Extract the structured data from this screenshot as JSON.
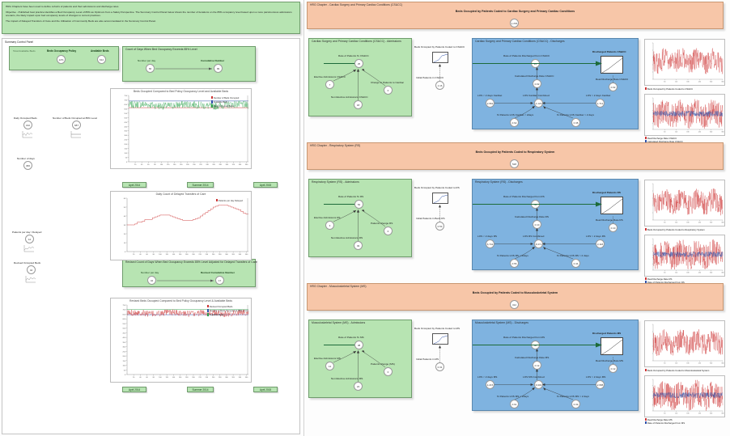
{
  "header": {
    "lines": [
      "HRG Chapters have been used to define cohorts of patients and their admissions and discharge rates.",
      "Objective - Published best practice identifies a Bed Occupancy Level of 85% as Optimum from a Safety Perspective. The Summary Control Panel below shows the number of iterations on the 85% occupancy level based upon a more parsimonious admissions scenario, the likely impact upon bed occupancy levels of changes to current practices.",
      "The impact of Delayed Transfers of Care and the Utilisation of Community Beds are also accommodated in the Summary Control Panel."
    ]
  },
  "summary_panel": {
    "title": "Summary Control Panel",
    "policy_box": {
      "left_label": "Total Available Beds",
      "center_label": "Beds Occupancy Policy",
      "right_label": "Available Beds",
      "center_value": "12%",
      "right_value": "612"
    },
    "days_box": {
      "title": "Count of Days When Bed Occupancy Exceeds 85% Level",
      "left_label": "Number per day",
      "left_value": "66",
      "right_label": "Cumulative Number",
      "right_value": "99"
    },
    "nodes": [
      {
        "label": "Daily Occupied Beds",
        "value": "162"
      },
      {
        "label": "Number of Beds Occupied at 85% Level",
        "value": "687"
      },
      {
        "label": "Number of days",
        "value": "366"
      },
      {
        "label": "Patients per day / Delayed",
        "value": "12"
      },
      {
        "label": "Revised Occupied Beds",
        "value": "44"
      }
    ],
    "revised_box": {
      "title": "Revised Count of Days When Bed Occupancy Exceeds 85% Level Adjusted for Delayed Transfers of Care",
      "left_label": "Number per day",
      "left_value": "42",
      "right_label": "Revised Cumulative Number",
      "right_value": "17"
    },
    "buttons_row1": [
      "April 2014",
      "Summer 2014",
      "April 2015"
    ],
    "buttons_row2": [
      "April 2014",
      "Summer 2014",
      "April 2015"
    ]
  },
  "charts": [
    {
      "id": "chart-beds-occupied",
      "title": "Beds Occupied Compared to Bed Policy Occupancy Level and Available Beds",
      "type": "line",
      "xlabel": "",
      "ylabel": "",
      "ylim": [
        0,
        750
      ],
      "yticks": [
        0,
        50,
        100,
        150,
        200,
        250,
        300,
        350,
        400,
        450,
        500,
        550,
        600,
        650,
        700,
        750
      ],
      "xticks": [
        20,
        40,
        60,
        80,
        100,
        120,
        140,
        160,
        180,
        200,
        220,
        240,
        260,
        280,
        300,
        320,
        340,
        360
      ],
      "legend": [
        {
          "label": "Number of Beds Occupied",
          "color": "#cc3333"
        },
        {
          "label": "Available Beds",
          "color": "#2d4fa8"
        },
        {
          "label": "Daily Occupied Beds",
          "color": "#2e9e4f"
        }
      ],
      "ref_lines": [
        {
          "name": "Available Beds",
          "value": 687,
          "color": "#2d4fa8"
        },
        {
          "name": "85% Occupancy",
          "value": 612,
          "color": "#cc3333"
        }
      ],
      "series": [
        {
          "name": "Daily Occupied Beds",
          "color": "#3faa5c",
          "mean": 640,
          "amp": 42
        }
      ]
    },
    {
      "id": "chart-dtoc",
      "title": "Daily Count of Delayed Transfers of Care",
      "type": "step",
      "ylim": [
        0,
        60
      ],
      "yticks": [
        0,
        10,
        20,
        30,
        40,
        50,
        60
      ],
      "xticks": [
        20,
        40,
        60,
        80,
        100,
        120,
        140,
        160,
        180,
        200,
        220,
        240,
        260,
        280,
        300,
        320,
        340,
        360
      ],
      "legend": [
        {
          "label": "Patients per day Delayed",
          "color": "#cc3333"
        }
      ],
      "series": [
        {
          "name": "Patients per day Delayed",
          "color": "#cc3333",
          "values": [
            30,
            30,
            30,
            31,
            33,
            33,
            34,
            36,
            36,
            36,
            38,
            39,
            40,
            41,
            41,
            41,
            41,
            40,
            39,
            38,
            37,
            36,
            35,
            35,
            35,
            35,
            36,
            37,
            38,
            40,
            42,
            44,
            46,
            48,
            50,
            51,
            52,
            52,
            52,
            52,
            51,
            50,
            49,
            48,
            47,
            45,
            43,
            42
          ]
        }
      ]
    },
    {
      "id": "chart-revised-beds",
      "title": "Revised Beds Occupied Compared to Bed Policy Occupancy Level & Available Beds",
      "type": "line",
      "ylim": [
        0,
        750
      ],
      "yticks": [
        0,
        50,
        100,
        150,
        200,
        250,
        300,
        350,
        400,
        450,
        500,
        550,
        600,
        650,
        700,
        750
      ],
      "xticks": [
        20,
        40,
        60,
        80,
        100,
        120,
        140,
        160,
        180,
        200,
        220,
        240,
        260,
        280,
        300,
        320,
        340,
        360
      ],
      "legend": [
        {
          "label": "Revised Occupied Beds",
          "color": "#cc3333"
        },
        {
          "label": "Number of Beds Occupied at 85% Level",
          "color": "#2d4fa8"
        },
        {
          "label": "Available Beds",
          "color": "#2e9e4f"
        }
      ],
      "ref_lines": [
        {
          "name": "Available Beds",
          "value": 700,
          "color": "#3faa5c"
        },
        {
          "name": "85% Level",
          "value": 645,
          "color": "#2d4fa8"
        }
      ],
      "series": [
        {
          "name": "Revised Occupied Beds",
          "color": "#cc3333",
          "mean": 662,
          "amp": 34
        }
      ]
    }
  ],
  "chapters": [
    {
      "id": "cs-cc",
      "banner_title": "HRG Chapter - Cardiac Surgery and Primary Cardiac Conditions (CS&CC)",
      "banner_center": "Beds Occupied by Patients Coded to Cardiac Surgery and Primary Cardiac Conditions",
      "banner_value": "1,204",
      "admissions": {
        "title": "Cardiac Surgery and Primary Cardiac Conditions (CS&CC) - Admissions",
        "flow_label": "Rate of Patients To CS&CC",
        "flow_value": "25",
        "nodes": [
          {
            "label": "Elective Admissions CS&CC",
            "value": "7"
          },
          {
            "label": "Non Elective Admissions CS&CC",
            "value": "18"
          },
          {
            "label": "Change in Patients to Cardiac",
            "value": "0"
          }
        ]
      },
      "middle": {
        "stock_label": "Beds Occupied by Patients Coded to CS&CC",
        "stock_value": "1,204",
        "init_label": "Initial Patients in CS&CC",
        "init_value": "1.16"
      },
      "discharges": {
        "title": "Cardiac Surgery and Primary Cardiac Conditions (CS&CC) - Discharges",
        "flow_label": "Rate of Patients Discharged from CS&CC",
        "flow_value": "25",
        "stock_label": "Discharged Patients CS&CC",
        "stock_value": "5,023",
        "nodes": [
          {
            "label": "Calculated Discharge Rate CS&CC",
            "value": "0.02"
          },
          {
            "label": "Real Discharge Rate CS&CC",
            "value": "0.02"
          },
          {
            "label": "LOS < 2 days Cardiac",
            "value": "2,962"
          },
          {
            "label": "LOS Cardiac Combined",
            "value": "4,123"
          },
          {
            "label": "LOS > 2 days Cardiac",
            "value": "1,712"
          },
          {
            "label": "% Patients LOS Cardiac < 2days",
            "value": "0.62"
          },
          {
            "label": "% Patients LOS Cardiac > 2 days",
            "value": "0.38"
          }
        ]
      },
      "minicharts": [
        {
          "caption": "Beds Occupied by Patients Coded to CS&CC",
          "color": "#cc3333",
          "style": "noisy"
        },
        {
          "caption": "Real Discharge Rate CS&CC",
          "color": "#cc3333",
          "style": "noisy-dual",
          "caption2": "Calculated Discharge Rate CS&CC",
          "color2": "#2d4fa8"
        }
      ]
    },
    {
      "id": "rs",
      "banner_title": "HRG Chapter - Respiratory System (RS)",
      "banner_center": "Beds Occupied by Patients Coded to Respiratory System",
      "banner_value": "528",
      "admissions": {
        "title": "Respiratory System (RS) - Admissions",
        "flow_label": "Rate of Patients To RS",
        "flow_value": "52",
        "nodes": [
          {
            "label": "Elective Admissions RS",
            "value": "3"
          },
          {
            "label": "Non Elective Admissions RS",
            "value": "49"
          },
          {
            "label": "Patients change RS",
            "value": "0"
          }
        ]
      },
      "middle": {
        "stock_label": "Beds Occupied by Patients Coded to RS",
        "stock_value": "528",
        "init_label": "Initial Patients in Beds RS",
        "init_value": "0.53"
      },
      "discharges": {
        "title": "Respiratory System (RS) - Discharges",
        "flow_label": "Rate of Patients Discharged from RS",
        "flow_value": "52",
        "stock_label": "Discharged Patients RS",
        "stock_value": "9,128",
        "nodes": [
          {
            "label": "Calculated Discharge Rate RS",
            "value": "0.10"
          },
          {
            "label": "Real Discharge Rate RS",
            "value": "0.10"
          },
          {
            "label": "LOS < 2 days RS",
            "value": "6,742"
          },
          {
            "label": "LOS RS Combined",
            "value": "8,371"
          },
          {
            "label": "LOS > 2 days RS",
            "value": "3,118"
          },
          {
            "label": "% Patients LOS RS < 2days",
            "value": "0.56"
          },
          {
            "label": "% Patients LOS RS > 2 days",
            "value": "0.44"
          }
        ]
      },
      "minicharts": [
        {
          "caption": "Beds Occupied by Patients Coded to Respiratory System",
          "color": "#cc3333",
          "style": "noisy"
        },
        {
          "caption": "Real Discharge Rate RS",
          "color": "#cc3333",
          "style": "noisy-dual",
          "caption2": "Rate of Patients Discharged from RS",
          "color2": "#2d4fa8"
        }
      ]
    },
    {
      "id": "ms",
      "banner_title": "HRG Chapter - Musculoskeletal System (MS)",
      "banner_center": "Beds Occupied by Patients Coded to Musculoskeletal System",
      "banner_value": "312",
      "admissions": {
        "title": "Musculoskeletal System (MS) - Admissions",
        "flow_label": "Rate of Patients To MS",
        "flow_value": "38",
        "nodes": [
          {
            "label": "Elective Admissions MS",
            "value": "14"
          },
          {
            "label": "Non Elective Admissions MS",
            "value": "24"
          },
          {
            "label": "Patients change (MS)",
            "value": "0"
          }
        ]
      },
      "middle": {
        "stock_label": "Beds Occupied by Patients Coded to MS",
        "stock_value": "312",
        "init_label": "Initial Patients in MS",
        "init_value": "0.31"
      },
      "discharges": {
        "title": "Musculoskeletal System (MS) - Discharges",
        "flow_label": "Rate of Patients Discharged from MS",
        "flow_value": "38",
        "stock_label": "Discharged Patients MS",
        "stock_value": "7,465",
        "nodes": [
          {
            "label": "Calculated Discharge Rate MS",
            "value": "0.12"
          },
          {
            "label": "Real Discharge Rate MS",
            "value": "0.12"
          },
          {
            "label": "LOS < 2 days MS",
            "value": "4,215"
          },
          {
            "label": "LOS MS Combined",
            "value": "6,903"
          },
          {
            "label": "LOS > 2 days MS",
            "value": "2,688"
          },
          {
            "label": "% Patients LOS MS < 2days",
            "value": "0.61"
          },
          {
            "label": "% Patients LOS MS > 2 days",
            "value": "0.39"
          }
        ]
      },
      "minicharts": [
        {
          "caption": "Beds Occupied by Patients Coded to Musculoskeletal System",
          "color": "#cc3333",
          "style": "noisy"
        },
        {
          "caption": "Real Discharge Rate MS",
          "color": "#cc3333",
          "style": "noisy-dual",
          "caption2": "Rate of Patients Discharged from MS",
          "color2": "#2d4fa8"
        }
      ]
    }
  ]
}
